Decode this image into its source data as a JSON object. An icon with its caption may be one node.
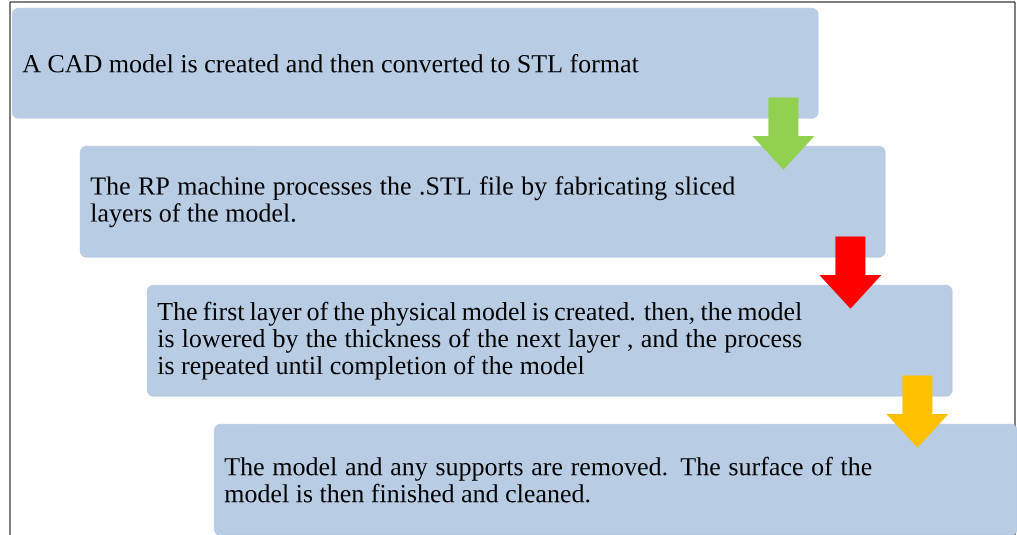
{
  "diagram": {
    "nodes": [
      {
        "text": [
          "A CAD model is created and then converted to STL format"
        ]
      },
      {
        "text": [
          "The RP machine processes the .STL file by fabricating sliced layers of the model."
        ]
      },
      {
        "text": [
          "The first layer of the physical model is created. then, the model is lowered by the thickness of the next layer , and the process is repeated until completion of the model"
        ]
      },
      {
        "text": [
          "The model and any supports are removed. The surface of the model is then finished and cleaned."
        ]
      }
    ],
    "edges": [
      {
        "from": 0,
        "to": 1,
        "arrow": "to",
        "color": "#92d050"
      },
      {
        "from": 1,
        "to": 2,
        "arrow": "to",
        "color": "#ff0000"
      },
      {
        "from": 2,
        "to": 3,
        "arrow": "to",
        "color": "#ffc000"
      }
    ]
  }
}
